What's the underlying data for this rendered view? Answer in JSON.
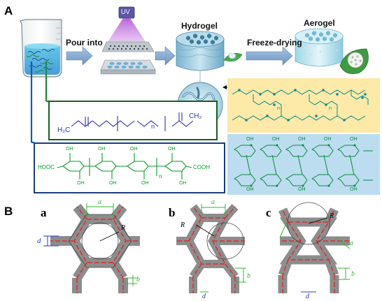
{
  "panels": {
    "A": {
      "letter": "A",
      "steps": [
        "Pour into",
        "Freeze-drying"
      ],
      "stage_labels": [
        "UV",
        "Hydrogel",
        "Aerogel"
      ],
      "peg_box": {
        "left_end": "H₂C",
        "right_end": "CH₂",
        "repeat": "n"
      },
      "polysaccharide_box": {
        "left_group": "HOOC",
        "right_group": "COOH",
        "repeat": "n",
        "oh": "OH"
      },
      "orange_network": {
        "repeat": "n"
      },
      "blue_network": {
        "oh": "OH"
      }
    },
    "B": {
      "letter": "B",
      "subpanels": [
        {
          "letter": "a",
          "dims": [
            "a",
            "R",
            "d",
            "b"
          ]
        },
        {
          "letter": "b",
          "dims": [
            "a",
            "R",
            "b",
            "d"
          ]
        },
        {
          "letter": "c",
          "dims": [
            "R",
            "a",
            "b",
            "d"
          ]
        }
      ]
    }
  },
  "colors": {
    "frame_green": "#1b5e20",
    "frame_blue": "#1a3d7c",
    "peg_blue": "#2b2fb8",
    "saccharide_green": "#0a9a28",
    "orange_bg": "#fde9a8",
    "blue_bg": "#bcdcf0",
    "network_teal": "#0b8a8a",
    "lattice_gray": "#8d8d8d",
    "center_red": "#e81c1c",
    "dim_green": "#2fb82f",
    "dim_blue": "#1f3bd1"
  }
}
